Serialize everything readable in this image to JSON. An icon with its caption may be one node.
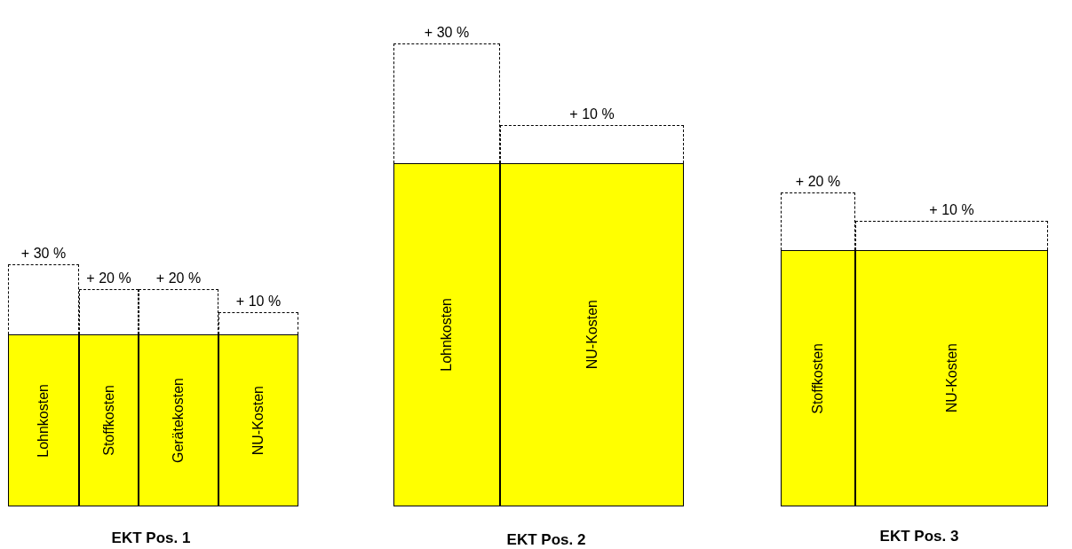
{
  "diagram": {
    "nodes": [
      {
        "text": [
          "+ 30 %"
        ]
      },
      {
        "text": [
          "Lohnkosten"
        ]
      },
      {
        "text": [
          "+ 20 %"
        ]
      },
      {
        "text": [
          "Stoffkosten"
        ]
      },
      {
        "text": [
          "+ 20 %"
        ]
      },
      {
        "text": [
          "Gerätekosten"
        ]
      },
      {
        "text": [
          "+ 10 %"
        ]
      },
      {
        "text": [
          "NU-Kosten"
        ]
      },
      {
        "text": [
          "+ 30 %"
        ]
      },
      {
        "text": [
          "Lohnkosten"
        ]
      },
      {
        "text": [
          "+ 10 %"
        ]
      },
      {
        "text": [
          "NU-Kosten"
        ]
      },
      {
        "text": [
          "+ 20 %"
        ]
      },
      {
        "text": [
          "Stoffkosten"
        ]
      },
      {
        "text": [
          "+ 10 %"
        ]
      },
      {
        "text": [
          "NU-Kosten"
        ]
      }
    ],
    "labels": [
      "EKT Pos. 1",
      "EKT Pos. 2",
      "EKT Pos. 3"
    ]
  }
}
